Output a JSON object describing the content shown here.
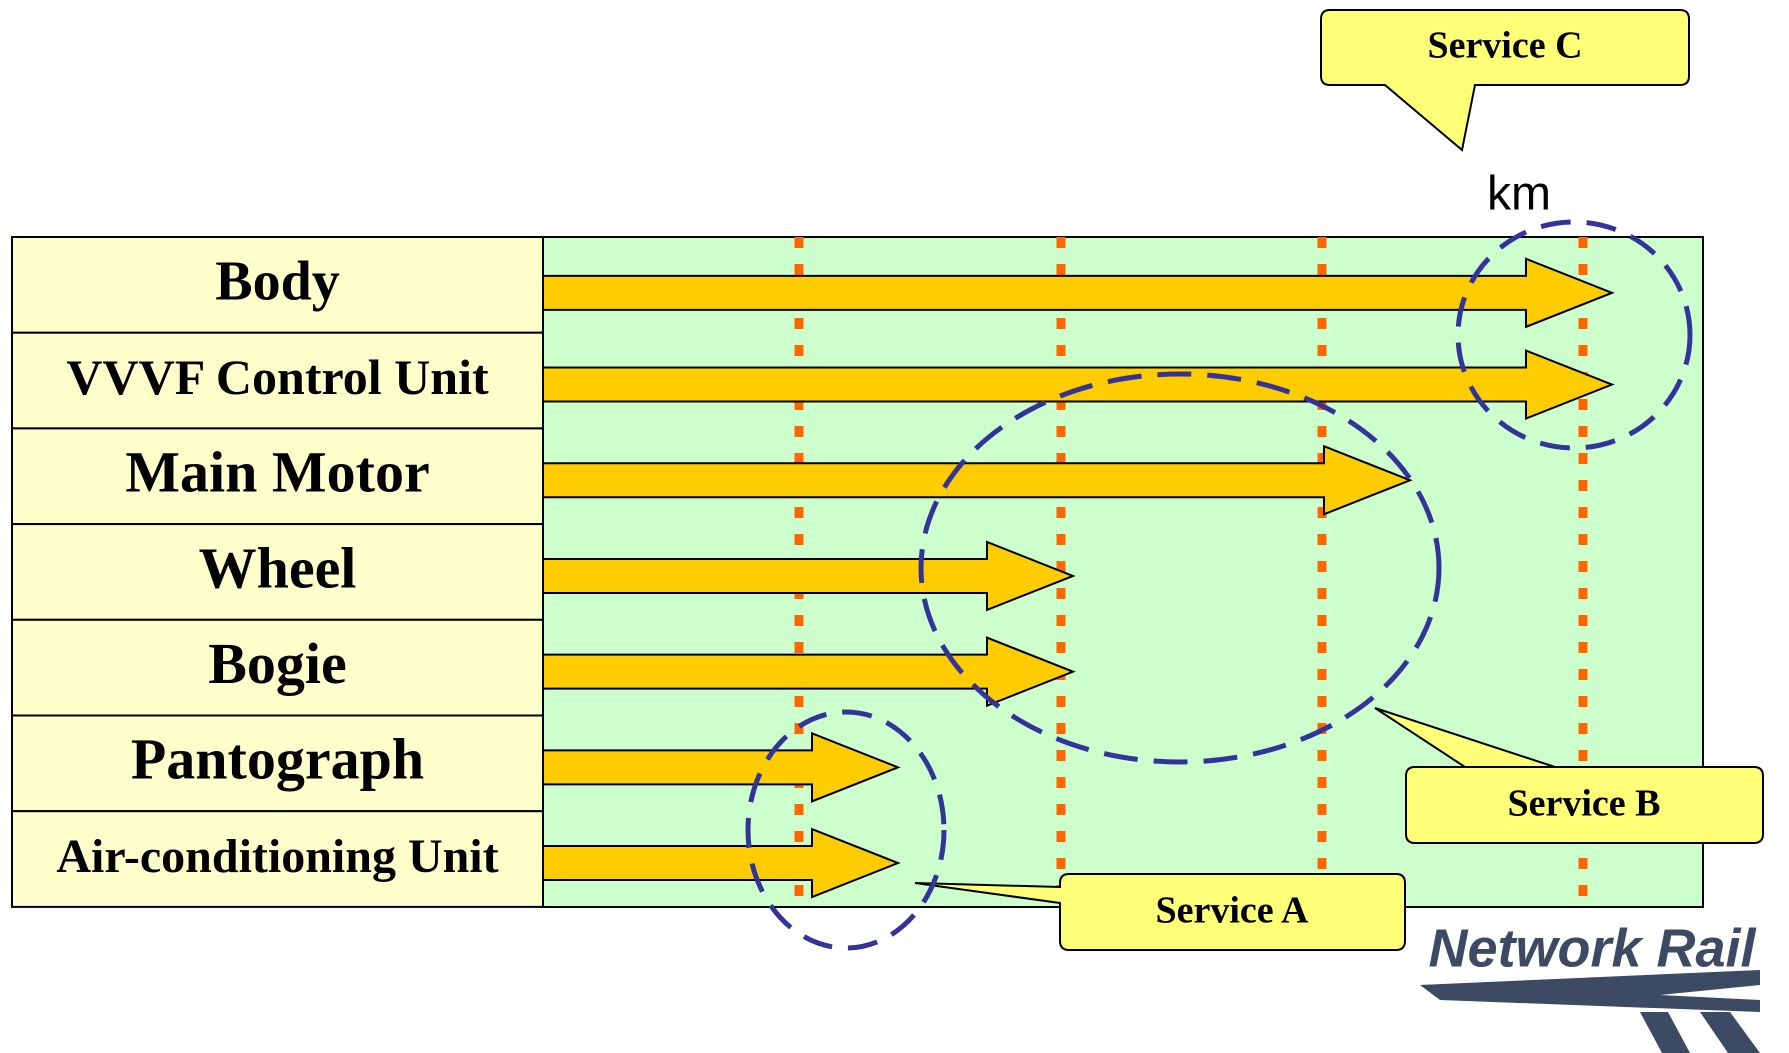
{
  "colors": {
    "label_fill": "#ffffcc",
    "chart_fill": "#ccffcc",
    "arrow_fill": "#ffcc00",
    "divider": "#ff6600",
    "group_ring": "#333399",
    "callout_fill": "#ffff77",
    "logo": "#3d4a63"
  },
  "components": [
    {
      "name": "Body",
      "reach_step": 4
    },
    {
      "name": "VVVF Control Unit",
      "reach_step": 4
    },
    {
      "name": "Main Motor",
      "reach_step": 3
    },
    {
      "name": "Wheel",
      "reach_step": 2
    },
    {
      "name": "Bogie",
      "reach_step": 2
    },
    {
      "name": "Pantograph",
      "reach_step": 1
    },
    {
      "name": "Air-conditioning Unit",
      "reach_step": 1
    }
  ],
  "unit_label": "km",
  "services": {
    "a": {
      "label": "Service A",
      "members": [
        "Pantograph",
        "Air-conditioning Unit"
      ]
    },
    "b": {
      "label": "Service B",
      "members": [
        "Main Motor",
        "Wheel",
        "Bogie"
      ]
    },
    "c": {
      "label": "Service C",
      "members": [
        "Body",
        "VVVF Control Unit"
      ]
    }
  },
  "logo": {
    "text": "Network Rail",
    "icon": "network-rail-double-arrow-icon"
  }
}
